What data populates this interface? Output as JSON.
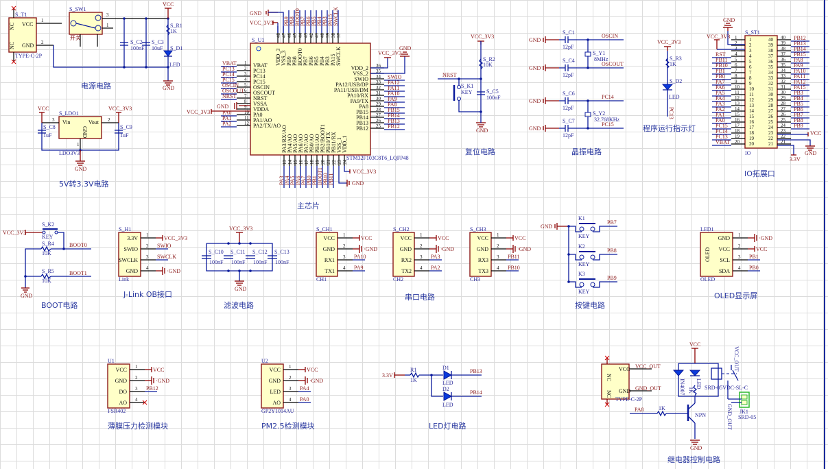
{
  "sections": {
    "power": {
      "title": "电源电路",
      "conn_ref": "S_T1",
      "conn_part": "TYPE-C-2P",
      "conn_pins": [
        "VCC",
        "GND",
        "NC",
        "NC"
      ],
      "switch_ref": "S_SW1",
      "switch_label": "开关",
      "c2_ref": "S_C2",
      "c2_val": "100nF",
      "c3_ref": "S_C3",
      "c3_val": "10uF",
      "r1_ref": "S_R1",
      "r1_val": "1K",
      "d1_ref": "S_D1",
      "d1_val": "LED",
      "vcc": "VCC",
      "gnd": "GND"
    },
    "ldo": {
      "title": "5V转3.3V电路",
      "ref": "S_LDO1",
      "part": "LDO3V3",
      "pin_vin": "Vin",
      "pin_vout": "Vout",
      "pin_gnd": "GND",
      "c8_ref": "S_C8",
      "c8_val": "1uF",
      "c9_ref": "S_C9",
      "c9_val": "1uF",
      "vin_net": "VCC",
      "vout_net": "VCC_3V3",
      "gnd": "GND"
    },
    "mcu": {
      "title": "主芯片",
      "ref": "S_U1",
      "part": "STM32F103C8T6_LQFP48",
      "left_pins": [
        {
          "n": "1",
          "name": "VBAT",
          "net": "VBAT"
        },
        {
          "n": "2",
          "name": "PC13",
          "net": "PC13"
        },
        {
          "n": "3",
          "name": "PC14",
          "net": "PC14"
        },
        {
          "n": "4",
          "name": "PC15",
          "net": "PC15"
        },
        {
          "n": "5",
          "name": "OSCIN",
          "net": "OSCIN"
        },
        {
          "n": "6",
          "name": "OSCOUT",
          "net": "OSCOUT"
        },
        {
          "n": "7",
          "name": "NRST",
          "net": "NRST"
        },
        {
          "n": "8",
          "name": "VSSA",
          "net": "GND"
        },
        {
          "n": "9",
          "name": "VDDA",
          "net": "VCC_3V3"
        },
        {
          "n": "10",
          "name": "PA0",
          "net": "PA0"
        },
        {
          "n": "11",
          "name": "PA1/AO",
          "net": "PA1"
        },
        {
          "n": "12",
          "name": "PA2/TX/AO",
          "net": "PA2"
        }
      ],
      "right_pins": [
        {
          "n": "36",
          "name": "VDD_2",
          "net": ""
        },
        {
          "n": "35",
          "name": "VSS_2",
          "net": ""
        },
        {
          "n": "34",
          "name": "SWIO",
          "net": "SWIO"
        },
        {
          "n": "33",
          "name": "PA12/USB/DP",
          "net": "PA12"
        },
        {
          "n": "32",
          "name": "PA11/USB/DM",
          "net": "PA11"
        },
        {
          "n": "31",
          "name": "PA10/RX",
          "net": "PA10"
        },
        {
          "n": "30",
          "name": "PA9/TX",
          "net": "PA9"
        },
        {
          "n": "29",
          "name": "PA8",
          "net": "PA8"
        },
        {
          "n": "28",
          "name": "PB15",
          "net": "PB15"
        },
        {
          "n": "27",
          "name": "PB14",
          "net": "PB14"
        },
        {
          "n": "26",
          "name": "PB13",
          "net": "PB13"
        },
        {
          "n": "25",
          "name": "PB12",
          "net": "PB12"
        }
      ],
      "top_pins": [
        {
          "n": "48",
          "name": "VDD_3",
          "net": ""
        },
        {
          "n": "47",
          "name": "VSS_3",
          "net": ""
        },
        {
          "n": "46",
          "name": "PB9",
          "net": "PB9"
        },
        {
          "n": "45",
          "name": "PB8",
          "net": "PB8"
        },
        {
          "n": "44",
          "name": "BOOT0",
          "net": "BOOT0"
        },
        {
          "n": "43",
          "name": "PB7",
          "net": "PB7"
        },
        {
          "n": "42",
          "name": "PB6",
          "net": "PB6"
        },
        {
          "n": "41",
          "name": "PB5",
          "net": "PB5"
        },
        {
          "n": "40",
          "name": "PB4",
          "net": "PB4"
        },
        {
          "n": "39",
          "name": "PB3",
          "net": "PB3"
        },
        {
          "n": "38",
          "name": "PA15",
          "net": "PA15"
        },
        {
          "n": "37",
          "name": "SWCLK",
          "net": "SWCLK"
        }
      ],
      "bottom_pins": [
        {
          "n": "13",
          "name": "PA3/RX/AO",
          "net": "PA3"
        },
        {
          "n": "14",
          "name": "PA4/AO",
          "net": "PA4"
        },
        {
          "n": "15",
          "name": "PA5/AO",
          "net": "PA5"
        },
        {
          "n": "16",
          "name": "PA6/AO",
          "net": "PA6"
        },
        {
          "n": "17",
          "name": "PA7/AO",
          "net": "PA7"
        },
        {
          "n": "18",
          "name": "PB0/AO",
          "net": "PB0"
        },
        {
          "n": "19",
          "name": "PB1/AO",
          "net": "PB1"
        },
        {
          "n": "20",
          "name": "PB2/BOOT1",
          "net": "BOOT1"
        },
        {
          "n": "21",
          "name": "PB10/TX",
          "net": "PB10"
        },
        {
          "n": "22",
          "name": "PB11/RX",
          "net": "PB11"
        },
        {
          "n": "23",
          "name": "VSS_1",
          "net": ""
        },
        {
          "n": "24",
          "name": "VDD_1",
          "net": ""
        }
      ],
      "vcc": "VCC_3V3",
      "gnd": "GND"
    },
    "reset": {
      "title": "复位电路",
      "vcc": "VCC_3V3",
      "r_ref": "S_R2",
      "r_val": "10K",
      "k_ref": "S_K1",
      "k_val": "KEY",
      "c_ref": "S_C5",
      "c_val": "100nF",
      "net": "NRST",
      "gnd": "GND"
    },
    "crystal": {
      "title": "晶振电路",
      "caps": [
        {
          "ref": "S_C1",
          "val": "12pF",
          "net": "OSCIN"
        },
        {
          "ref": "S_C4",
          "val": "12pF",
          "net": "OSCOUT"
        },
        {
          "ref": "S_C6",
          "val": "12pF",
          "net": "PC14"
        },
        {
          "ref": "S_C7",
          "val": "12pF",
          "net": "PC15"
        }
      ],
      "y1_ref": "S_Y1",
      "y1_val": "8MHz",
      "y2_ref": "S_Y2",
      "y2_val": "32.768KHz",
      "gnd": "GND"
    },
    "indicator": {
      "title": "程序运行指示灯",
      "vcc": "VCC_3V3",
      "r_ref": "S_R3",
      "r_val": "1K",
      "d_ref": "S_D2",
      "d_val": "LED",
      "net": "PC13"
    },
    "io": {
      "title": "IO拓展口",
      "ref": "S_ST1",
      "part": "IO",
      "left_nets": [
        "",
        "",
        "",
        "RST",
        "PB11",
        "PB10",
        "PB1",
        "PB0",
        "PA7",
        "PA6",
        "PA5",
        "PA4",
        "PA3",
        "PA2",
        "PA1",
        "PA0",
        "PC15",
        "PC14",
        "PC13",
        "VBAT"
      ],
      "right_nets": [
        "PB12",
        "PB13",
        "PB14",
        "PB15",
        "PA8",
        "PA9",
        "PA10",
        "PA11",
        "PA12",
        "PA15",
        "PB3",
        "PB4",
        "PB5",
        "PB6",
        "PB7",
        "PB8",
        "PB9",
        "",
        "",
        ""
      ],
      "gnd": "GND",
      "vcc3": "VCC_3V3",
      "vcc": "VCC",
      "v33": "3.3V"
    },
    "boot": {
      "title": "BOOT电路",
      "vcc": "VCC_3V3",
      "k_ref": "S_K2",
      "k_val": "KEY",
      "r4_ref": "S_R4",
      "r4_val": "10K",
      "r5_ref": "S_R5",
      "r5_val": "10K",
      "net0": "BOOT0",
      "net1": "BOOT1",
      "gnd": "GND"
    },
    "jlink": {
      "title": "J-Link OB接口",
      "ref": "S_H1",
      "part": "Link",
      "pins": [
        {
          "n": "1",
          "name": "3.3V",
          "net": "VCC_3V3"
        },
        {
          "n": "2",
          "name": "SWIO",
          "net": "SWIO"
        },
        {
          "n": "3",
          "name": "SWCLK",
          "net": "SWCLK"
        },
        {
          "n": "4",
          "name": "GND",
          "net": "GND"
        }
      ]
    },
    "filter": {
      "title": "滤波电路",
      "vcc": "VCC_3V3",
      "gnd": "GND",
      "caps": [
        {
          "ref": "S_C10",
          "val": "100nF"
        },
        {
          "ref": "S_C11",
          "val": "100nF"
        },
        {
          "ref": "S_C12",
          "val": "100nF"
        },
        {
          "ref": "S_C13",
          "val": "100nF"
        }
      ]
    },
    "uart": {
      "title": "串口电路",
      "channels": [
        {
          "ref": "S_CH1",
          "part": "CH1",
          "pins": [
            "VCC",
            "GND",
            "RX1",
            "TX1"
          ],
          "nets": [
            "VCC",
            "GND",
            "PA10",
            "PA9"
          ]
        },
        {
          "ref": "S_CH2",
          "part": "CH2",
          "pins": [
            "VCC",
            "GND",
            "RX2",
            "TX2"
          ],
          "nets": [
            "VCC",
            "GND",
            "PA3",
            "PA2"
          ]
        },
        {
          "ref": "S_CH3",
          "part": "CH3",
          "pins": [
            "VCC",
            "GND",
            "RX3",
            "TX3"
          ],
          "nets": [
            "VCC",
            "GND",
            "PB11",
            "PB10"
          ]
        }
      ]
    },
    "keys": {
      "title": "按键电路",
      "gnd": "GND",
      "items": [
        {
          "ref": "K1",
          "val": "KEY",
          "net": "PB7"
        },
        {
          "ref": "K2",
          "val": "KEY",
          "net": "PB8"
        },
        {
          "ref": "K3",
          "val": "KEY",
          "net": "PB9"
        }
      ]
    },
    "oled": {
      "title": "OLED显示屏",
      "ref": "LED1",
      "part": "OLED",
      "body": "OLED",
      "pins": [
        {
          "n": "1",
          "name": "GND",
          "net": "GND"
        },
        {
          "n": "2",
          "name": "VCC",
          "net": "VCC"
        },
        {
          "n": "3",
          "name": "SCL",
          "net": "PB1"
        },
        {
          "n": "4",
          "name": "SDA",
          "net": "PB0"
        }
      ]
    },
    "fsr": {
      "title": "薄膜压力检测模块",
      "ref": "U1",
      "part": "FSR402",
      "pins": [
        {
          "n": "1",
          "name": "VCC",
          "net": "VCC"
        },
        {
          "n": "2",
          "name": "GND",
          "net": "GND"
        },
        {
          "n": "3",
          "name": "DO",
          "net": "PB12"
        },
        {
          "n": "4",
          "name": "AO",
          "net": ""
        }
      ]
    },
    "pm25": {
      "title": "PM2.5检测模块",
      "ref": "U2",
      "part": "GP2Y1014AU",
      "pins": [
        {
          "n": "1",
          "name": "VCC",
          "net": "VCC"
        },
        {
          "n": "2",
          "name": "GND",
          "net": "GND"
        },
        {
          "n": "3",
          "name": "LED",
          "net": "PA4"
        },
        {
          "n": "4",
          "name": "AO",
          "net": "PA0"
        }
      ]
    },
    "ledc": {
      "title": "LED灯电路",
      "v": "3.3V",
      "r_ref": "R1",
      "r_val": "1K",
      "leds": [
        {
          "ref": "D1",
          "val": "LED",
          "net": "PB13"
        },
        {
          "ref": "D2",
          "val": "LED",
          "net": "PB14"
        }
      ]
    },
    "relay": {
      "title": "继电器控制电路",
      "conn_part": "TYPE-C-2P",
      "conn_pins": [
        "VCC",
        "GND",
        "NC",
        "NC"
      ],
      "vcc_out": "VCC_OUT",
      "gnd_out": "GND_OUT",
      "vcc": "VCC",
      "gnd": "GND",
      "diode": "IN4007",
      "led": "LED",
      "r_led": "1K",
      "relay_part": "SRD-05VDC-SL-C",
      "in_net": "PA8",
      "r_base": "1K",
      "transistor": "NPN",
      "jk_ref": "JK1",
      "jk_part": "SRD-05",
      "vcc_out_v": "VCC_OUT",
      "gnd_out_v": "GND_OUT"
    }
  }
}
